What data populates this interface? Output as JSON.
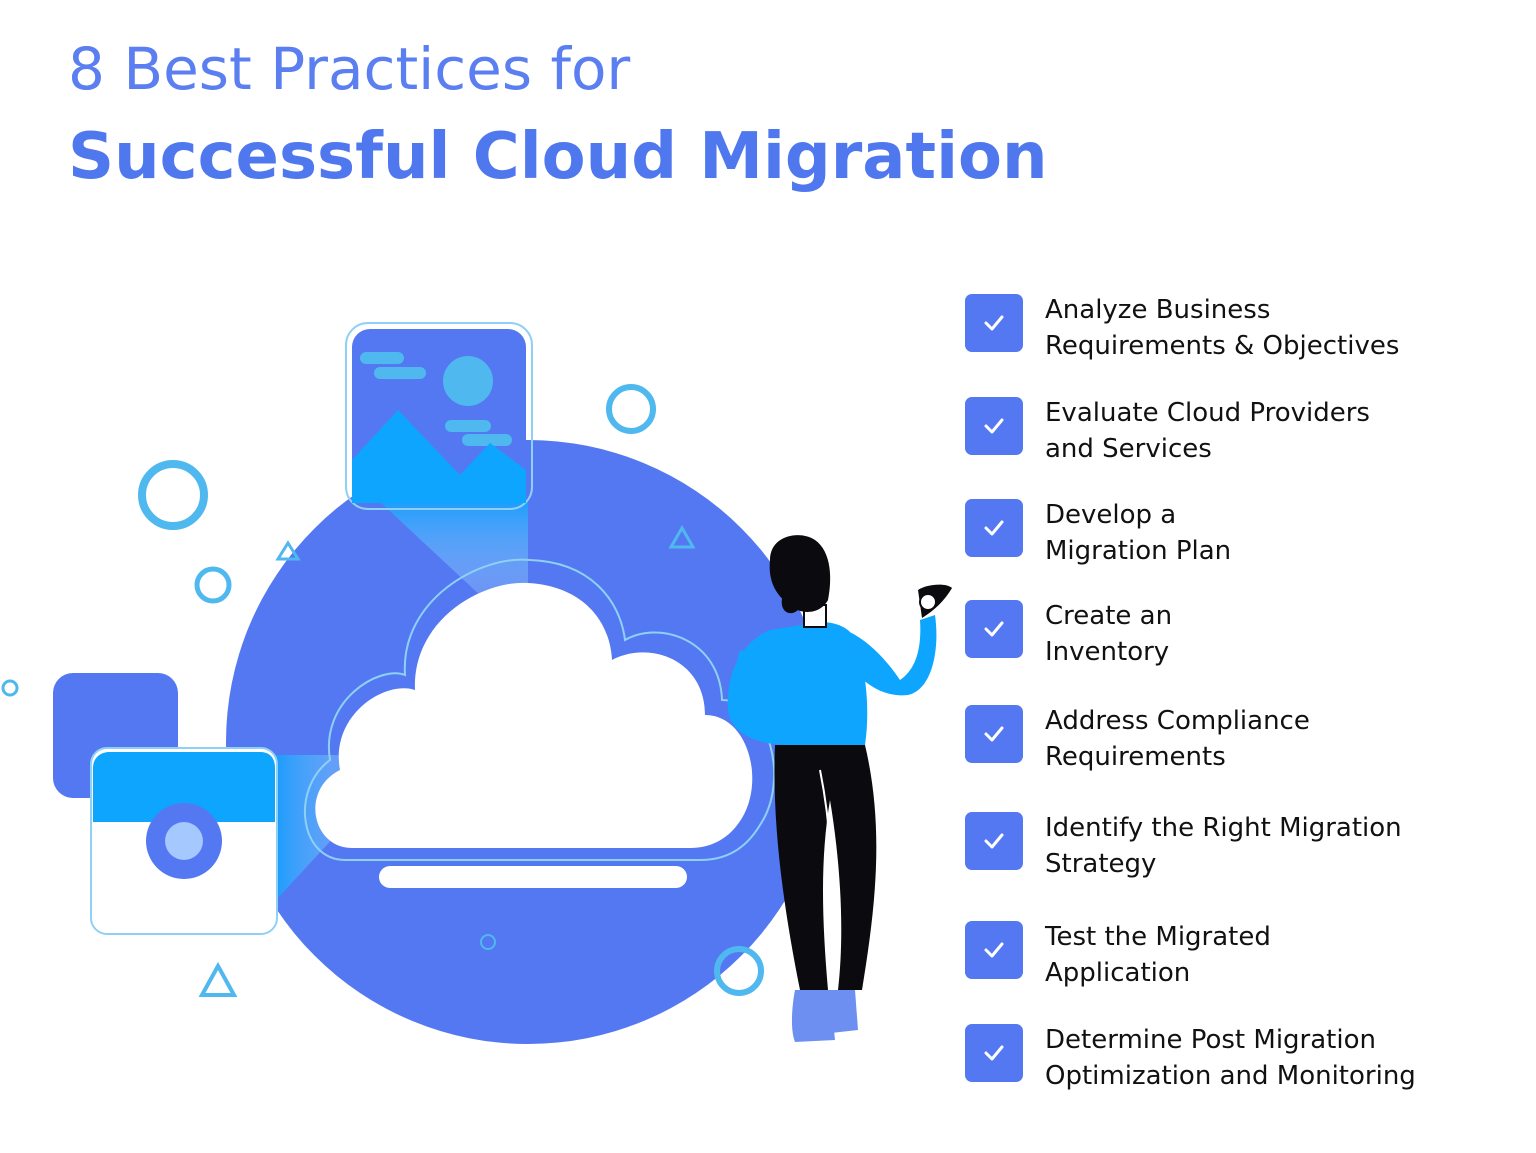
{
  "title": {
    "line1": "8 Best Practices for",
    "line2": "Successful Cloud Migration"
  },
  "colors": {
    "primary_blue": "#5478f1",
    "title_blue": "#5b7ff0",
    "bright_blue": "#0ea5ff",
    "light_blue": "#4fb8ee"
  },
  "illustration": {
    "icons": [
      "cloud-icon",
      "image-icon",
      "camera-icon",
      "person-figure"
    ]
  },
  "practices": [
    {
      "text": "Analyze Business\nRequirements & Objectives",
      "icon": "check-icon"
    },
    {
      "text": "Evaluate Cloud Providers\nand Services",
      "icon": "check-icon"
    },
    {
      "text": "Develop a\nMigration Plan",
      "icon": "check-icon"
    },
    {
      "text": "Create an\nInventory",
      "icon": "check-icon"
    },
    {
      "text": "Address Compliance\nRequirements",
      "icon": "check-icon"
    },
    {
      "text": "Identify the Right Migration\nStrategy",
      "icon": "check-icon"
    },
    {
      "text": "Test the Migrated\nApplication",
      "icon": "check-icon"
    },
    {
      "text": "Determine Post Migration\nOptimization and Monitoring",
      "icon": "check-icon"
    }
  ]
}
